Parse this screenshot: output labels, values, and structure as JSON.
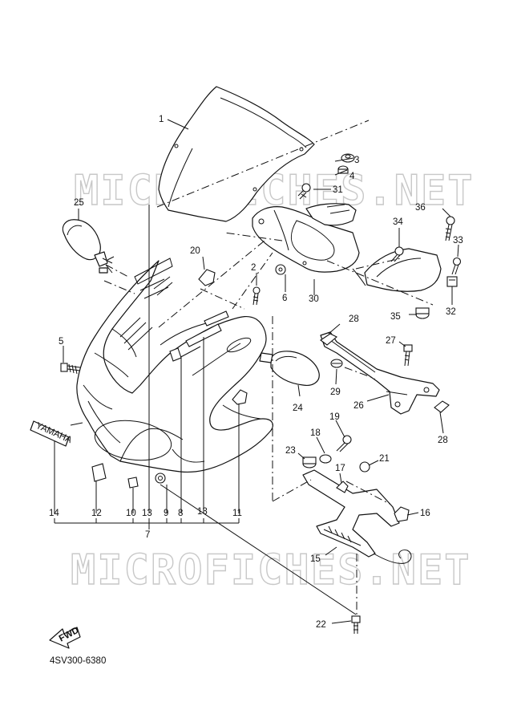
{
  "watermark": "MICROFICHES.NET",
  "diagram_code": "4SV300-6380",
  "fwd_label": "FWD",
  "decal_text": "YAMAHA",
  "callouts": {
    "c1": "1",
    "c2": "2",
    "c3": "3",
    "c4": "4",
    "c5": "5",
    "c6": "6",
    "c7": "7",
    "c8": "8",
    "c9": "9",
    "c10": "10",
    "c11": "11",
    "c12": "12",
    "c13a": "13",
    "c13b": "13",
    "c14": "14",
    "c15": "15",
    "c16": "16",
    "c17": "17",
    "c18": "18",
    "c19": "19",
    "c20": "20",
    "c21": "21",
    "c22": "22",
    "c23": "23",
    "c24": "24",
    "c25": "25",
    "c26": "26",
    "c27": "27",
    "c28a": "28",
    "c28b": "28",
    "c29": "29",
    "c30": "30",
    "c31": "31",
    "c32": "32",
    "c33": "33",
    "c34": "34",
    "c35": "35",
    "c36": "36"
  }
}
